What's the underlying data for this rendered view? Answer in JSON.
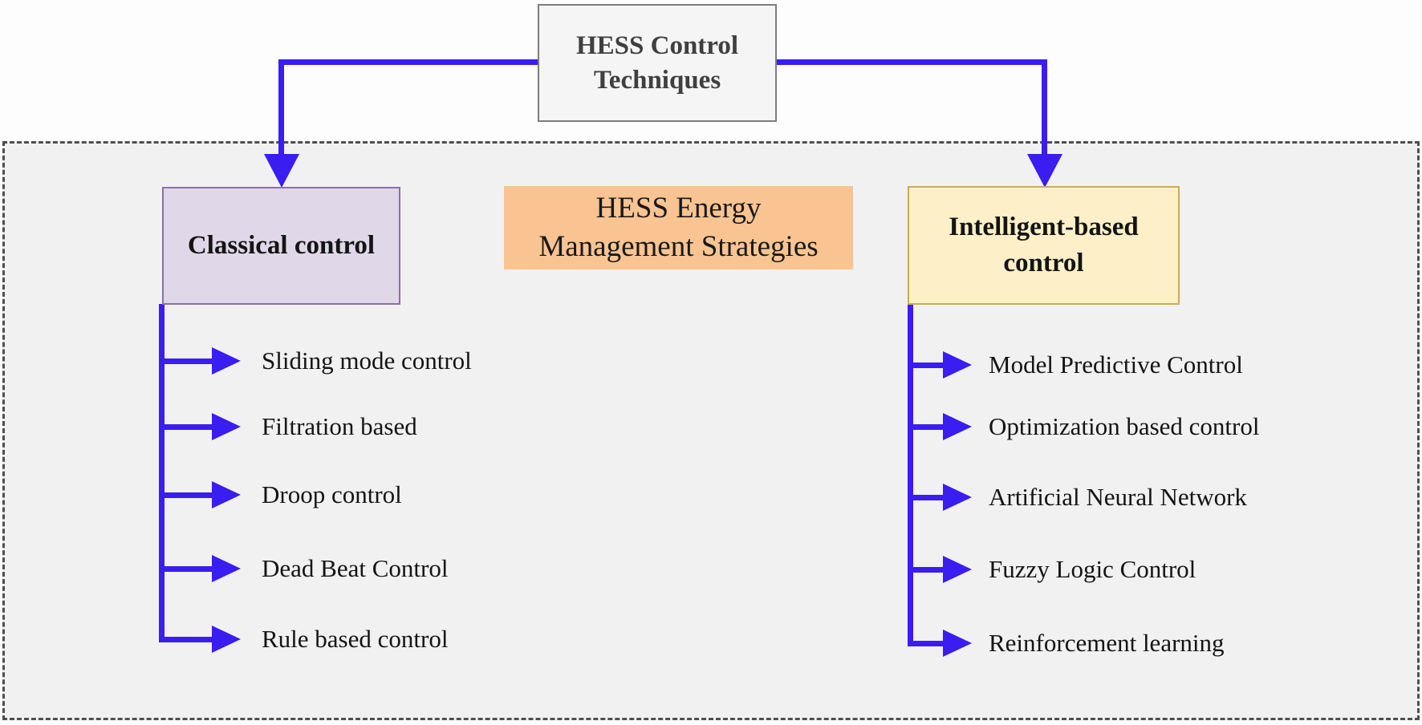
{
  "diagram_title": "HESS Control Techniques",
  "root": {
    "label": "HESS Control Techniques"
  },
  "center": {
    "label": "HESS Energy Management Strategies"
  },
  "left_branch": {
    "title": "Classical control",
    "items": [
      "Sliding mode control",
      "Filtration based",
      "Droop control",
      "Dead Beat Control",
      "Rule based control"
    ]
  },
  "right_branch": {
    "title": "Intelligent-based control",
    "items": [
      "Model Predictive Control",
      "Optimization based control",
      "Artificial Neural Network",
      "Fuzzy Logic Control",
      "Reinforcement learning"
    ]
  },
  "colors": {
    "blue": "#3a1df0",
    "container_bg": "#f1f1f2",
    "container_border": "#4f4f4f",
    "root_bg": "#f5f5f5",
    "root_border": "#7d7d7d",
    "root_text": "#3f3f3f",
    "classical_bg": "#e0d7e8",
    "classical_border": "#8d6fa5",
    "ems_bg": "#f9c491",
    "intelligent_bg": "#fdf0c8",
    "intelligent_border": "#ccab55",
    "text": "#141414"
  }
}
